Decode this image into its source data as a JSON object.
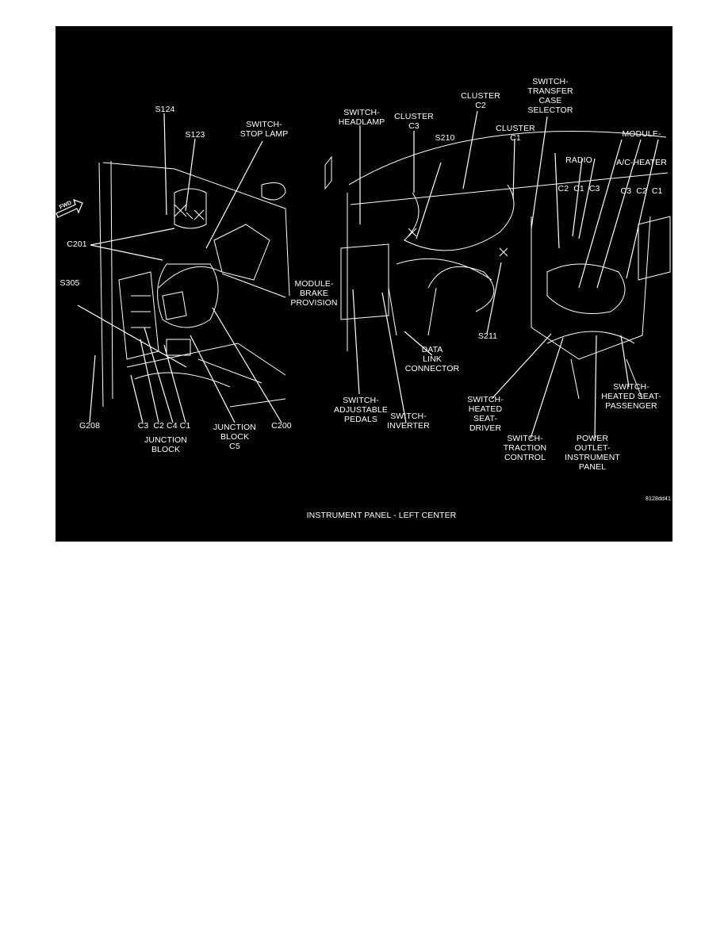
{
  "figure": {
    "caption": "INSTRUMENT PANEL - LEFT CENTER",
    "figure_code": "8128dd41",
    "fwd_arrow": "FWD",
    "left_labels": {
      "s124": "S124",
      "s123": "S123",
      "switch_stop_lamp": [
        "SWITCH-",
        "STOP LAMP"
      ],
      "c201": "C201",
      "s305": "S305",
      "module_brake_provision": [
        "MODULE-",
        "BRAKE",
        "PROVISION"
      ],
      "g208": "G208",
      "junction_block_connectors": "C3  C2 C4 C1",
      "junction_block": [
        "JUNCTION",
        "BLOCK"
      ],
      "junction_block_c5": [
        "JUNCTION",
        "BLOCK",
        "C5"
      ],
      "c200": "C200"
    },
    "right_labels": {
      "switch_headlamp": [
        "SWITCH-",
        "HEADLAMP"
      ],
      "cluster_c3": [
        "CLUSTER",
        "C3"
      ],
      "s210": "S210",
      "cluster_c2": [
        "CLUSTER",
        "C2"
      ],
      "switch_transfer_case_selector": [
        "SWITCH-",
        "TRANSFER",
        "CASE",
        "SELECTOR"
      ],
      "cluster_c1": [
        "CLUSTER",
        "C1"
      ],
      "radio": [
        "RADIO",
        "C2  C1  C3"
      ],
      "module_ac_heater": [
        "MODULE-",
        "A/C-HEATER",
        "C3  C2  C1"
      ],
      "s211": "S211",
      "data_link_connector": [
        "DATA",
        "LINK",
        "CONNECTOR"
      ],
      "switch_adjustable_pedals": [
        "SWITCH-",
        "ADJUSTABLE",
        "PEDALS"
      ],
      "switch_inverter": [
        "SWITCH-",
        "INVERTER"
      ],
      "switch_heated_seat_driver": [
        "SWITCH-",
        "HEATED",
        "SEAT-",
        "DRIVER"
      ],
      "switch_traction_control": [
        "SWITCH-",
        "TRACTION",
        "CONTROL"
      ],
      "power_outlet_instrument_panel": [
        "POWER",
        "OUTLET-",
        "INSTRUMENT",
        "PANEL"
      ],
      "switch_heated_seat_passenger": [
        "SWITCH-",
        "HEATED SEAT-",
        "PASSENGER"
      ]
    }
  }
}
